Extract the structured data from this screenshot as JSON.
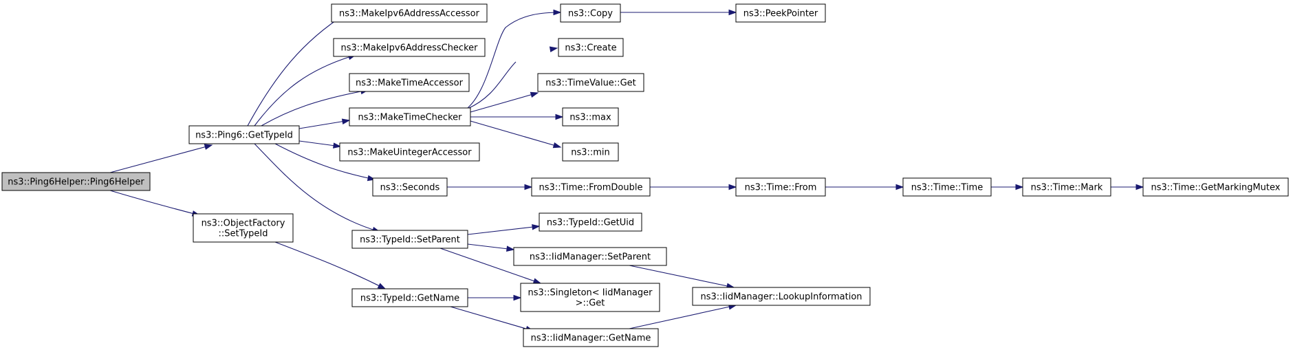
{
  "graph": {
    "nodes": [
      {
        "id": "ping6helper",
        "lines": [
          "ns3::Ping6Helper::Ping6Helper"
        ],
        "root": true
      },
      {
        "id": "ping6_gettypeid",
        "lines": [
          "ns3::Ping6::GetTypeId"
        ]
      },
      {
        "id": "objectfactory_settypeid",
        "lines": [
          "ns3::ObjectFactory",
          "::SetTypeId"
        ]
      },
      {
        "id": "makeipv6addressaccessor",
        "lines": [
          "ns3::MakeIpv6AddressAccessor"
        ]
      },
      {
        "id": "makeipv6addresschecker",
        "lines": [
          "ns3::MakeIpv6AddressChecker"
        ]
      },
      {
        "id": "maketimeaccessor",
        "lines": [
          "ns3::MakeTimeAccessor"
        ]
      },
      {
        "id": "maketimechecker",
        "lines": [
          "ns3::MakeTimeChecker"
        ]
      },
      {
        "id": "makeuintegeraccessor",
        "lines": [
          "ns3::MakeUintegerAccessor"
        ]
      },
      {
        "id": "seconds",
        "lines": [
          "ns3::Seconds"
        ]
      },
      {
        "id": "typeid_setparent",
        "lines": [
          "ns3::TypeId::SetParent"
        ]
      },
      {
        "id": "typeid_getname",
        "lines": [
          "ns3::TypeId::GetName"
        ]
      },
      {
        "id": "copy",
        "lines": [
          "ns3::Copy"
        ]
      },
      {
        "id": "create",
        "lines": [
          "ns3::Create"
        ]
      },
      {
        "id": "timevalue_get",
        "lines": [
          "ns3::TimeValue::Get"
        ]
      },
      {
        "id": "max",
        "lines": [
          "ns3::max"
        ]
      },
      {
        "id": "min",
        "lines": [
          "ns3::min"
        ]
      },
      {
        "id": "time_fromdouble",
        "lines": [
          "ns3::Time::FromDouble"
        ]
      },
      {
        "id": "typeid_getuid",
        "lines": [
          "ns3::TypeId::GetUid"
        ]
      },
      {
        "id": "iidmanager_setparent",
        "lines": [
          "ns3::IidManager::SetParent"
        ]
      },
      {
        "id": "singleton_get",
        "lines": [
          "ns3::Singleton< IidManager",
          " >::Get"
        ]
      },
      {
        "id": "iidmanager_getname",
        "lines": [
          "ns3::IidManager::GetName"
        ]
      },
      {
        "id": "peekpointer",
        "lines": [
          "ns3::PeekPointer"
        ]
      },
      {
        "id": "time_from",
        "lines": [
          "ns3::Time::From"
        ]
      },
      {
        "id": "iidmanager_lookupinformation",
        "lines": [
          "ns3::IidManager::LookupInformation"
        ]
      },
      {
        "id": "time_time",
        "lines": [
          "ns3::Time::Time"
        ]
      },
      {
        "id": "time_mark",
        "lines": [
          "ns3::Time::Mark"
        ]
      },
      {
        "id": "time_getmarkingmutex",
        "lines": [
          "ns3::Time::GetMarkingMutex"
        ]
      }
    ],
    "edges": [
      {
        "from": "ping6helper",
        "to": "ping6_gettypeid"
      },
      {
        "from": "ping6helper",
        "to": "objectfactory_settypeid"
      },
      {
        "from": "ping6_gettypeid",
        "to": "makeipv6addressaccessor"
      },
      {
        "from": "ping6_gettypeid",
        "to": "makeipv6addresschecker"
      },
      {
        "from": "ping6_gettypeid",
        "to": "maketimeaccessor"
      },
      {
        "from": "ping6_gettypeid",
        "to": "maketimechecker"
      },
      {
        "from": "ping6_gettypeid",
        "to": "makeuintegeraccessor"
      },
      {
        "from": "ping6_gettypeid",
        "to": "seconds"
      },
      {
        "from": "ping6_gettypeid",
        "to": "typeid_setparent"
      },
      {
        "from": "objectfactory_settypeid",
        "to": "typeid_getname"
      },
      {
        "from": "maketimechecker",
        "to": "copy"
      },
      {
        "from": "maketimechecker",
        "to": "create"
      },
      {
        "from": "maketimechecker",
        "to": "timevalue_get"
      },
      {
        "from": "maketimechecker",
        "to": "max"
      },
      {
        "from": "maketimechecker",
        "to": "min"
      },
      {
        "from": "copy",
        "to": "peekpointer"
      },
      {
        "from": "seconds",
        "to": "time_fromdouble"
      },
      {
        "from": "time_fromdouble",
        "to": "time_from"
      },
      {
        "from": "time_from",
        "to": "time_time"
      },
      {
        "from": "time_time",
        "to": "time_mark"
      },
      {
        "from": "time_mark",
        "to": "time_getmarkingmutex"
      },
      {
        "from": "typeid_setparent",
        "to": "typeid_getuid"
      },
      {
        "from": "typeid_setparent",
        "to": "iidmanager_setparent"
      },
      {
        "from": "typeid_setparent",
        "to": "singleton_get"
      },
      {
        "from": "typeid_getname",
        "to": "singleton_get"
      },
      {
        "from": "typeid_getname",
        "to": "iidmanager_getname"
      },
      {
        "from": "iidmanager_setparent",
        "to": "iidmanager_lookupinformation"
      },
      {
        "from": "iidmanager_getname",
        "to": "iidmanager_lookupinformation"
      }
    ],
    "colors": {
      "edge": "#191970",
      "root_fill": "#bfbfbf",
      "node_fill": "#ffffff",
      "node_border": "#000000"
    }
  }
}
